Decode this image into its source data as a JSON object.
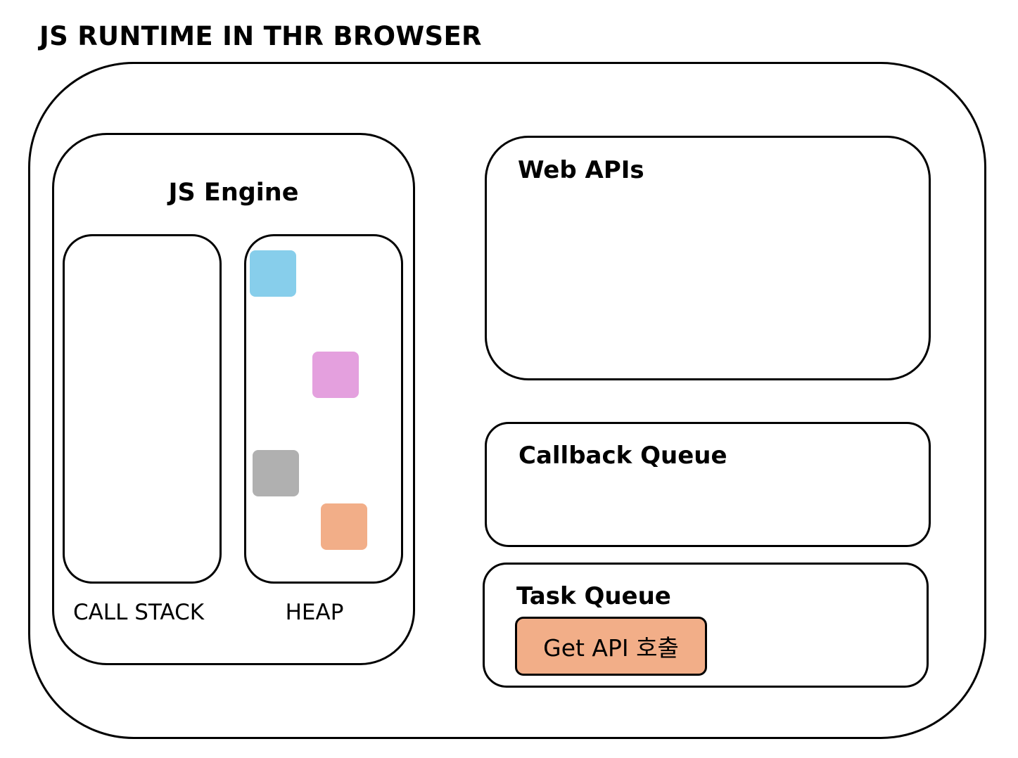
{
  "title": "JS RUNTIME IN THR BROWSER",
  "engine": {
    "title": "JS Engine",
    "call_stack_label": "CALL STACK",
    "heap_label": "HEAP",
    "heap_object_colors": [
      "#87ceeb",
      "#e4a0de",
      "#b0b0b0",
      "#f2ae88"
    ]
  },
  "web_apis": {
    "title": "Web APIs"
  },
  "callback_queue": {
    "title": "Callback Queue"
  },
  "task_queue": {
    "title": "Task Queue",
    "items": [
      {
        "label": "Get API 호출",
        "color": "#f2ae88"
      }
    ]
  }
}
